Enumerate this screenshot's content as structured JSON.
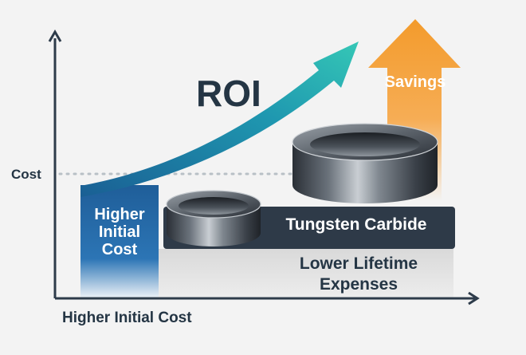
{
  "diagram": {
    "title": "ROI",
    "savings_label": "Savings",
    "cost_label": "Cost",
    "higher_initial_cost_label": "Higher Initial Cost",
    "tungsten_carbide_label": "Tungsten Carbide",
    "lower_lifetime_expenses_label": "Lower Lifetime Expenses",
    "x_axis_label": "Higher Initial Cost"
  },
  "colors": {
    "axis": "#2d3b4a",
    "blue_bar": "#1f5e99",
    "dark_band": "#2e3a48",
    "light_band": "#dcdcdc",
    "roi_arrow_start": "#1a6ea0",
    "roi_arrow_end": "#30c2b4",
    "savings_arrow_top": "#f6a53a",
    "savings_arrow_bottom": "#f5f5f5",
    "text_dark": "#243544"
  },
  "icons": {
    "small_ring": "steel-ring-icon",
    "large_ring": "steel-ring-icon"
  }
}
